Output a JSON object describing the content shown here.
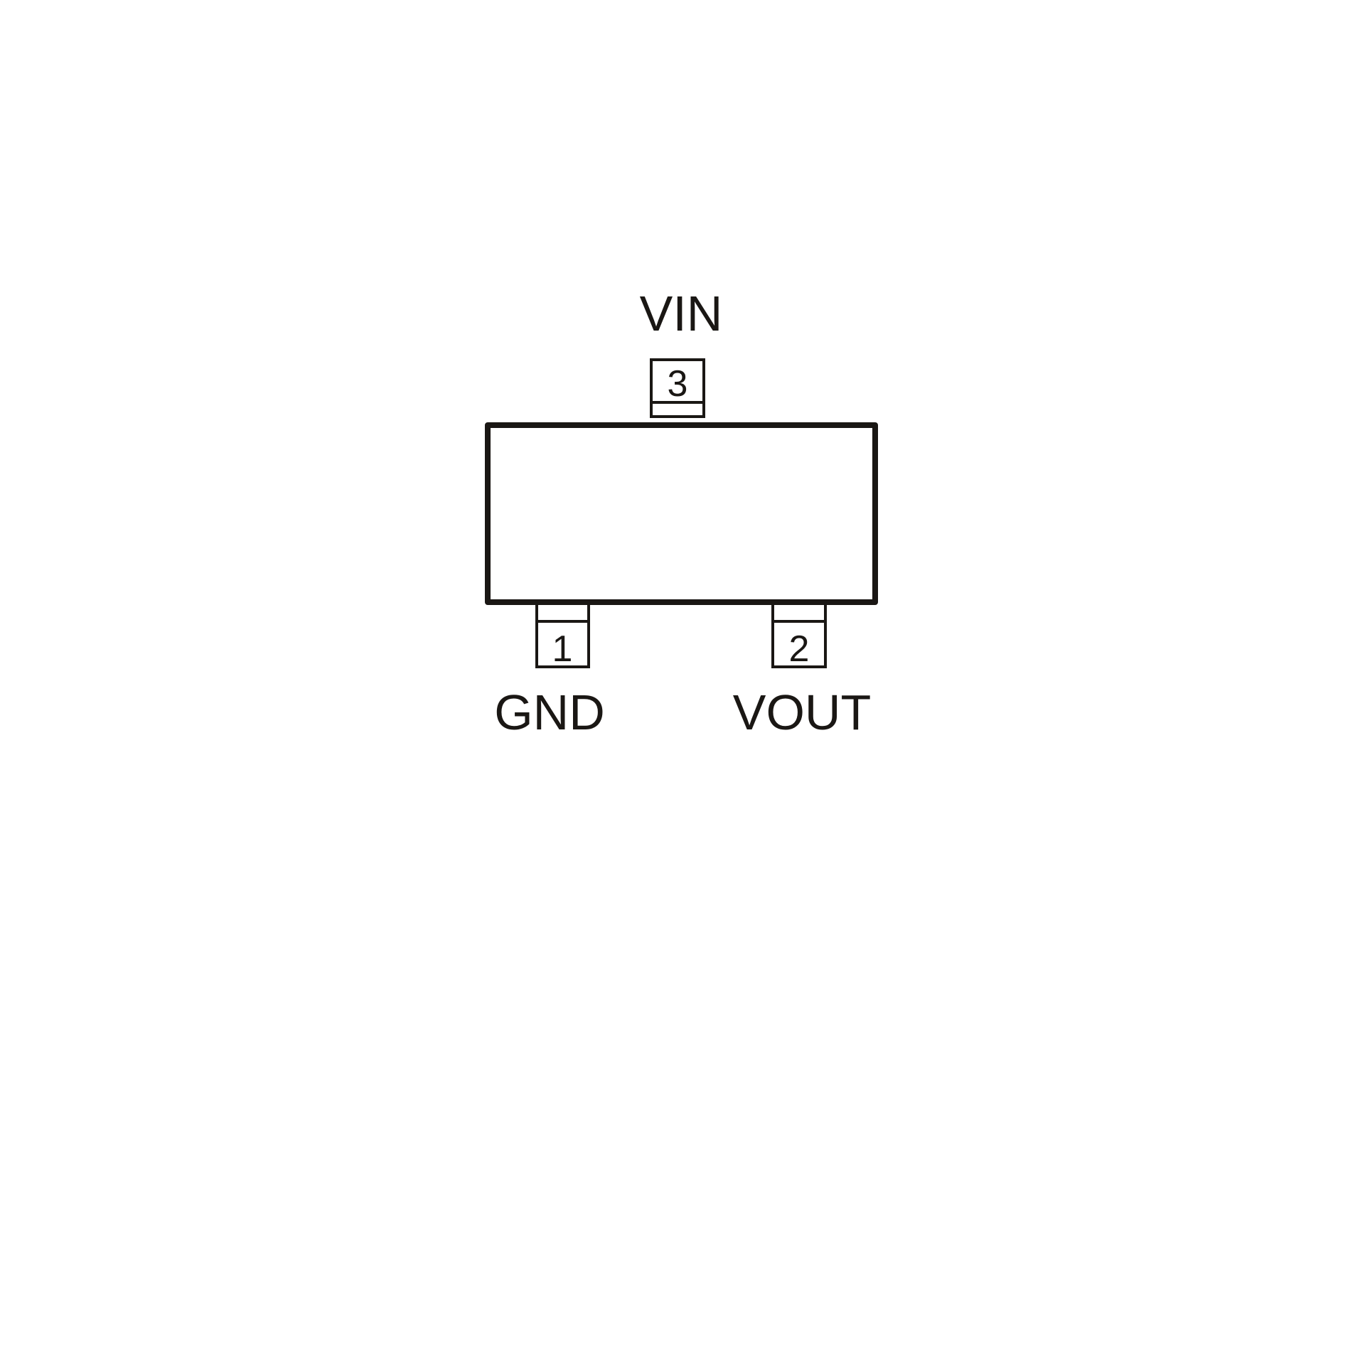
{
  "diagram": {
    "package_pins": [
      {
        "number": "3",
        "name": "VIN"
      },
      {
        "number": "1",
        "name": "GND"
      },
      {
        "number": "2",
        "name": "VOUT"
      }
    ],
    "colors": {
      "stroke": "#1a1714",
      "background": "#ffffff"
    }
  }
}
